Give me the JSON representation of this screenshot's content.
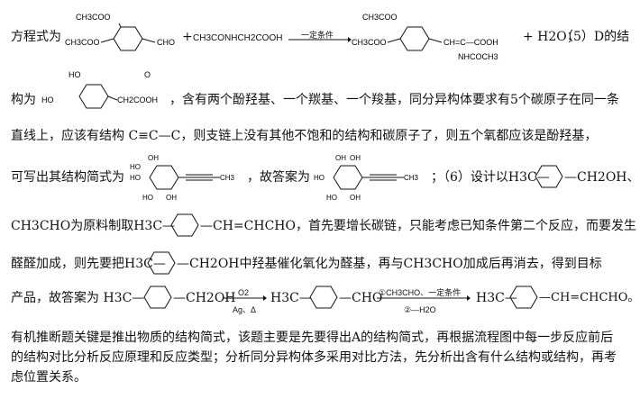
{
  "line1": {
    "prefix": "方程式为",
    "reactant1_sub1": "CH3COO",
    "reactant1_sub2": "CH3COO",
    "reactant1_sub3": "CHO",
    "plus1": "+",
    "reactant2": "CH3CONHCH2COOH",
    "arrow_label": "一定条件",
    "product_sub1": "CH3COO",
    "product_sub2": "CH3COO",
    "product_chain": "CH=C—COOH",
    "product_sub4": "NHCOCH3",
    "plus2": "+ H2O；",
    "tail": "（5）D的结"
  },
  "line2": {
    "prefix": "构为",
    "d_sub1": "HO",
    "d_sub2": "HO",
    "d_chain": "CH2COOH",
    "d_carbonyl": "O",
    "text": "，含有两个酚羟基、一个羰基、一个羧基，同分异构体要求有5个碳原子在同一条"
  },
  "line3": {
    "text": "直线上，应该有结构 C≡C—C，则支链上没有其他不饱和的结构和碳原子了，则五个氧都应该是酚羟基，"
  },
  "line4": {
    "prefix": "可写出其结构简式为",
    "tail1": "，故答案为",
    "tail2": "；（6）设计以H3C—",
    "tail3": "—CH2OH、"
  },
  "line5": {
    "text": "CH3CHO为原料制取H3C—",
    "text2": "—CH=CHCHO，首先要增长碳链，只能考虑已知条件第二个反应，而要发生"
  },
  "line6": {
    "text": "醛醛加成，则先要把H3C—",
    "text2": "—CH2OH中羟基催化氧化为醛基，再与CH3CHO加成后再消去，得到目标"
  },
  "line7": {
    "prefix": "产品，故答案为 H3C—",
    "s1": "—CH2OH",
    "arrow1_top": "O2",
    "arrow1_bottom": "Ag、Δ",
    "s2": "H3C—",
    "s3": "—CHO",
    "arrow2_top": "①CH3CHO、一定条件",
    "arrow2_bottom": "②—H2O",
    "s4": "H3C—",
    "s5": "—CH=CHCHO。"
  },
  "para": {
    "text": "有机推断题关键是推出物质的结构简式，该题主要是先要得出A的结构简式，再根据流程图中每一步反应前后的结构对比分析反应原理和反应类型；分析同分异构体多采用对比方法，先分析出含有什么结构或结构，再考虑位置关系。"
  }
}
